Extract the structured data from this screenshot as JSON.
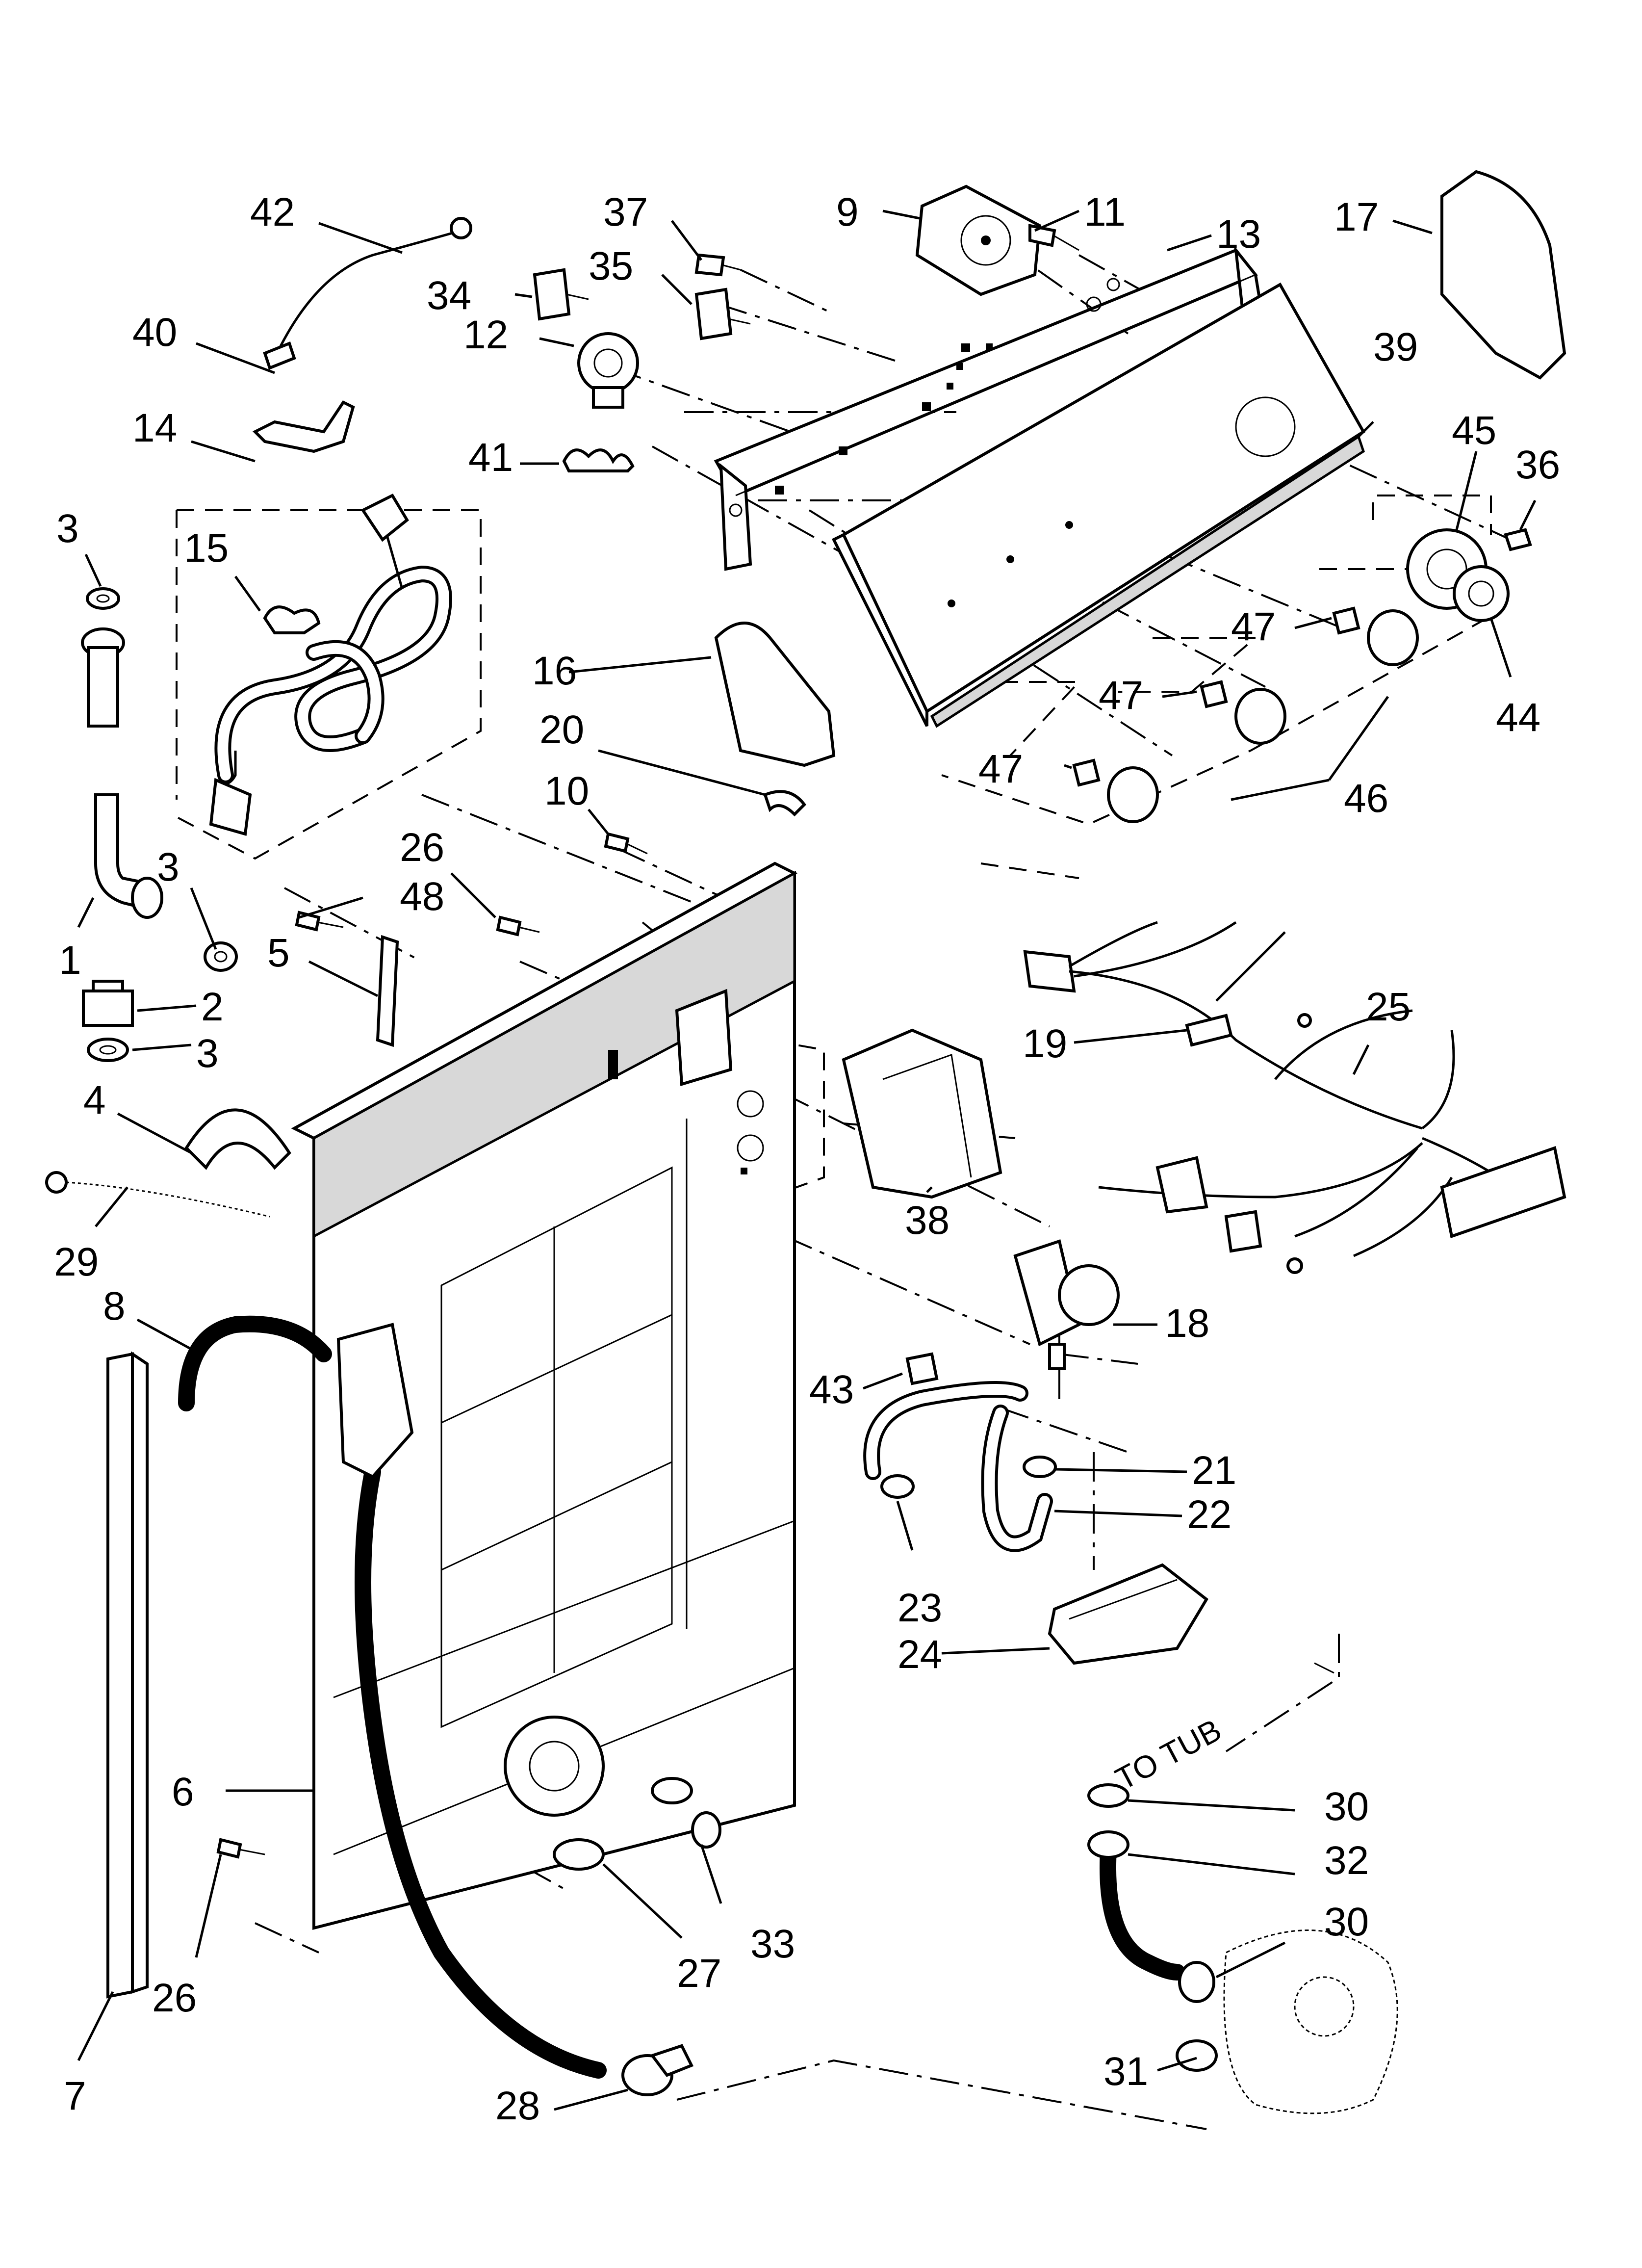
{
  "callouts": [
    {
      "n": "42"
    },
    {
      "n": "37"
    },
    {
      "n": "9"
    },
    {
      "n": "11"
    },
    {
      "n": "13"
    },
    {
      "n": "17"
    },
    {
      "n": "34"
    },
    {
      "n": "35"
    },
    {
      "n": "12"
    },
    {
      "n": "40"
    },
    {
      "n": "14"
    },
    {
      "n": "39"
    },
    {
      "n": "45"
    },
    {
      "n": "36"
    },
    {
      "n": "41"
    },
    {
      "n": "3"
    },
    {
      "n": "15"
    },
    {
      "n": "47"
    },
    {
      "n": "16"
    },
    {
      "n": "47"
    },
    {
      "n": "44"
    },
    {
      "n": "20"
    },
    {
      "n": "47"
    },
    {
      "n": "46"
    },
    {
      "n": "10"
    },
    {
      "n": "26"
    },
    {
      "n": "48"
    },
    {
      "n": "3"
    },
    {
      "n": "5"
    },
    {
      "n": "1"
    },
    {
      "n": "2"
    },
    {
      "n": "25"
    },
    {
      "n": "3"
    },
    {
      "n": "19"
    },
    {
      "n": "4"
    },
    {
      "n": "38"
    },
    {
      "n": "29"
    },
    {
      "n": "8"
    },
    {
      "n": "18"
    },
    {
      "n": "43"
    },
    {
      "n": "21"
    },
    {
      "n": "22"
    },
    {
      "n": "23"
    },
    {
      "n": "24"
    },
    {
      "n": "6"
    },
    {
      "n": "30"
    },
    {
      "n": "32"
    },
    {
      "n": "30"
    },
    {
      "n": "33"
    },
    {
      "n": "26"
    },
    {
      "n": "27"
    },
    {
      "n": "31"
    },
    {
      "n": "7"
    },
    {
      "n": "28"
    }
  ],
  "annotations": {
    "to_tub": "TO TUB"
  }
}
